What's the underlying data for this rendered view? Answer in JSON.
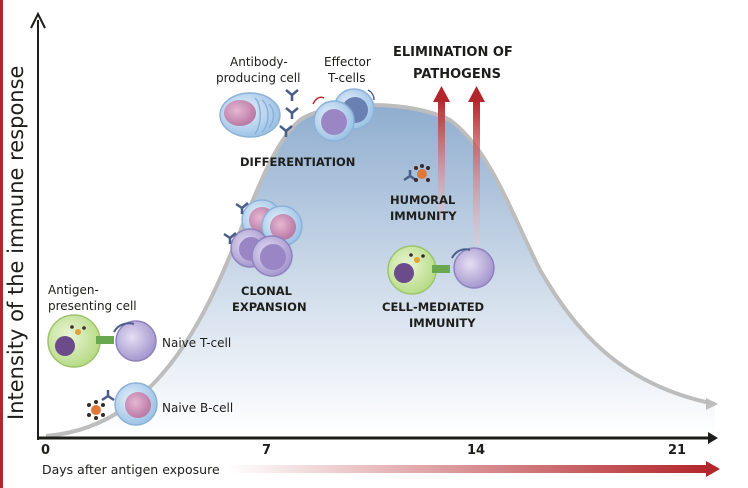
{
  "y_axis_label": "Intensity of the immune response",
  "x_axis_label": "Days after antigen exposure",
  "x_ticks": [
    "0",
    "7",
    "14",
    "21"
  ],
  "labels": {
    "elimination": [
      "ELIMINATION OF",
      "PATHOGENS"
    ],
    "differentiation": "DIFFERENTIATION",
    "clonal_expansion": [
      "CLONAL",
      "EXPANSION"
    ],
    "humoral_immunity": [
      "HUMORAL",
      "IMMUNITY"
    ],
    "cell_mediated_immunity": [
      "CELL-MEDIATED",
      "IMMUNITY"
    ],
    "antibody_producing_cell": [
      "Antibody-",
      "producing cell"
    ],
    "effector_t_cells": [
      "Effector",
      "T-cells"
    ],
    "antigen_presenting_cell": [
      "Antigen-",
      "presenting cell"
    ],
    "naive_t_cell": "Naive T-cell",
    "naive_b_cell": "Naive B-cell"
  },
  "colors": {
    "red_accent": "#b3262b",
    "curve_fill_top": "#9fb9d4",
    "curve_stroke": "#bfbfbf",
    "cell_purple": "#b6a9d6",
    "cell_pink": "#c98fb6",
    "apc_green": "#c7e59c"
  }
}
